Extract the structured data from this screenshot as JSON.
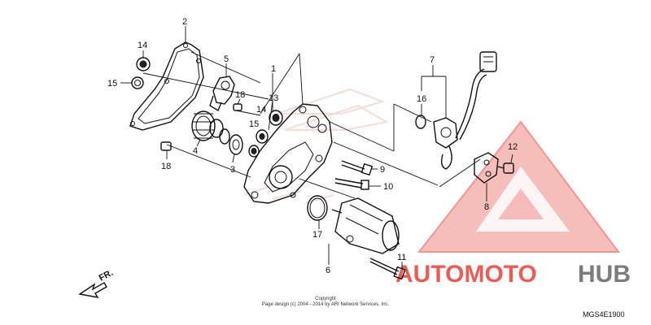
{
  "diagram": {
    "code": "MGS4E1900",
    "copyright_line1": "Copyright",
    "copyright_line2": "Page design (c) 2004 - 2014 by ARI Network Services, Inc.",
    "direction_label": "FR.",
    "watermark": {
      "brand_part1": "AUTOMOTO",
      "brand_part2": "HUB",
      "color_red": "#e8403a",
      "color_gray": "#666666"
    },
    "callouts": [
      "1",
      "2",
      "3",
      "4",
      "5",
      "6",
      "7",
      "8",
      "9",
      "10",
      "11",
      "12",
      "13",
      "14",
      "14",
      "15",
      "15",
      "16",
      "17",
      "18",
      "18"
    ]
  }
}
